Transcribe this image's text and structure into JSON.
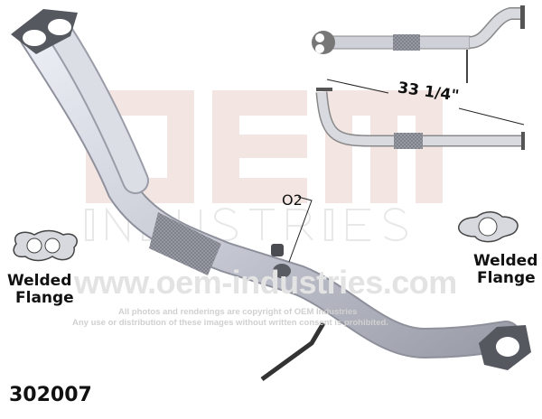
{
  "watermark": {
    "logo": "OEM",
    "logo_sub": "INDUSTRIES",
    "url": "www.oem-industries.com",
    "copyright_line1": "All photos and renderings are copyright of OEM Industries",
    "copyright_line2": "Any use or distribution of these images without written consent is prohibited."
  },
  "labels": {
    "o2": "O2",
    "length": "33 1/4\"",
    "left_flange": [
      "Welded",
      "Flange"
    ],
    "right_flange": [
      "Welded",
      "Flange"
    ],
    "part_number": "302007"
  },
  "colors": {
    "pipe": "#c9cbd6",
    "pipe_dark": "#8e909c",
    "flange": "#55585f",
    "watermark_red": "#f3e6e2"
  }
}
